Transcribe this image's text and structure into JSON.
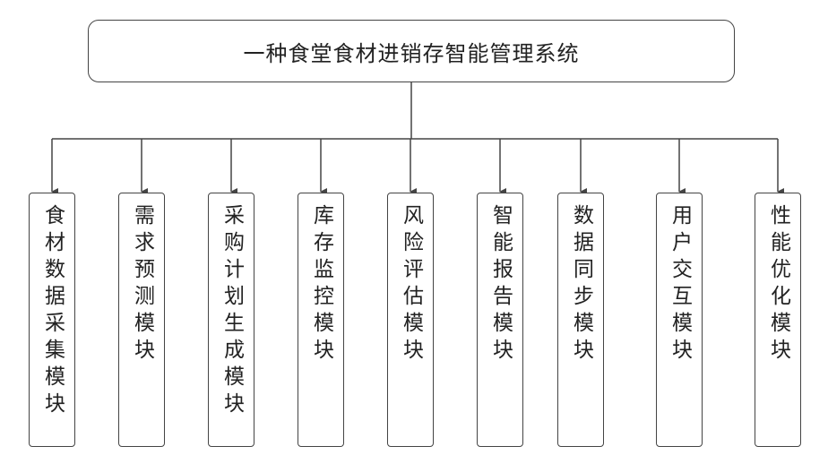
{
  "title": "一种食堂食材进销存智能管理系统",
  "modules": [
    {
      "label": "食材数据采集模块"
    },
    {
      "label": "需求预测模块"
    },
    {
      "label": "采购计划生成模块"
    },
    {
      "label": "库存监控模块"
    },
    {
      "label": "风险评估模块"
    },
    {
      "label": "智能报告模块"
    },
    {
      "label": "数据同步模块"
    },
    {
      "label": "用户交互模块"
    },
    {
      "label": "性能优化模块"
    }
  ],
  "colors": {
    "line": "#444444",
    "text": "#222222",
    "background": "#ffffff"
  }
}
